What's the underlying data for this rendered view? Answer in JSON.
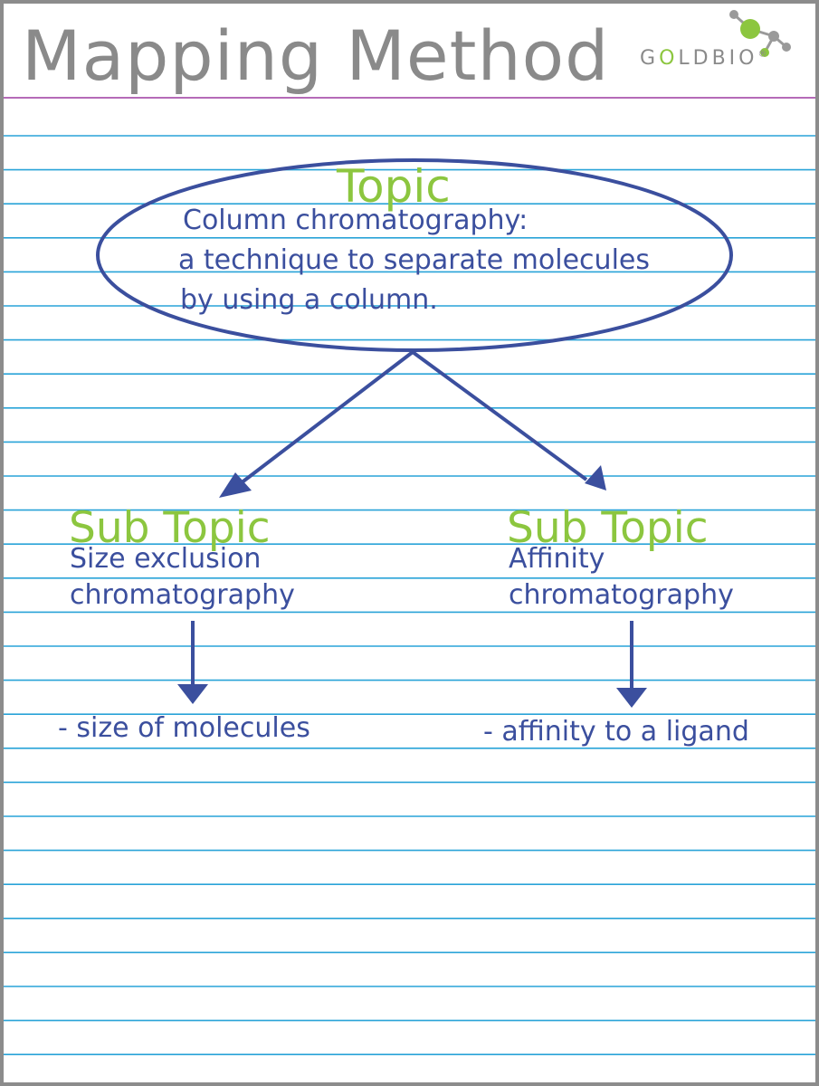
{
  "header": {
    "title": "Mapping Method",
    "logo": {
      "before": "G",
      "accent": "O",
      "after": "LDBIO",
      "mark": "®"
    }
  },
  "colors": {
    "title": "#8a8a8a",
    "rule_lines": "#29a3d8",
    "header_rule": "#b56bb8",
    "label_green": "#8cc63f",
    "ink_blue": "#3b4f9e",
    "logo_gray": "#9a9a9a",
    "frame": "#8c8c8c"
  },
  "topic": {
    "label": "Topic",
    "lines": [
      "Column chromatography:",
      "a technique to separate molecules",
      "by using a column."
    ]
  },
  "subtopics": [
    {
      "label": "Sub Topic",
      "lines": [
        "Size exclusion",
        "chromatography"
      ],
      "detail": "- size of molecules"
    },
    {
      "label": "Sub Topic",
      "lines": [
        "Affinity",
        "chromatography"
      ],
      "detail": "- affinity to a ligand"
    }
  ],
  "icons": [
    "molecule-icon"
  ]
}
